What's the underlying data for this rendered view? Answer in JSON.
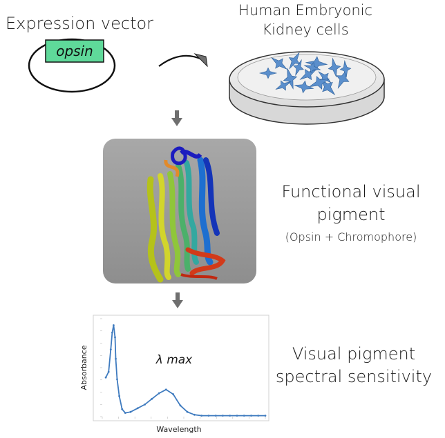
{
  "vector": {
    "title": "Expression vector",
    "gene_label": "opsin"
  },
  "cells": {
    "title_line1": "Human Embryonic",
    "title_line2": "Kidney cells"
  },
  "pigment": {
    "title_line1": "Functional visual",
    "title_line2": "pigment",
    "subtitle": "(Opsin + Chromophore)"
  },
  "sensitivity": {
    "title_line1": "Visual pigment",
    "title_line2": "spectral sensitivity"
  },
  "colors": {
    "gene_box": "#5fd99a",
    "arrow_gray": "#6f6f6f",
    "dish": "#ececec",
    "cell_blue": "#5b8fcc",
    "protein_panel": "#9a9a9a",
    "curve_blue": "#3f7bbf"
  },
  "chart_data": {
    "type": "line",
    "xlabel": "Wavelength",
    "ylabel": "Absorbance",
    "annotation": "λ max",
    "x": [
      250,
      258,
      264,
      268,
      272,
      276,
      278,
      282,
      288,
      296,
      305,
      320,
      340,
      360,
      380,
      400,
      420,
      440,
      460,
      480,
      500,
      520,
      540,
      560,
      580,
      600,
      620,
      640,
      660,
      680,
      700
    ],
    "y": [
      0.42,
      0.48,
      0.72,
      0.9,
      0.98,
      0.85,
      0.62,
      0.4,
      0.22,
      0.08,
      0.04,
      0.05,
      0.09,
      0.13,
      0.19,
      0.25,
      0.29,
      0.24,
      0.12,
      0.05,
      0.02,
      0.01,
      0.01,
      0.01,
      0.01,
      0.01,
      0.01,
      0.01,
      0.01,
      0.01,
      0.01
    ],
    "xlim": [
      240,
      700
    ],
    "ylim": [
      0,
      1.05
    ],
    "grid": false
  }
}
